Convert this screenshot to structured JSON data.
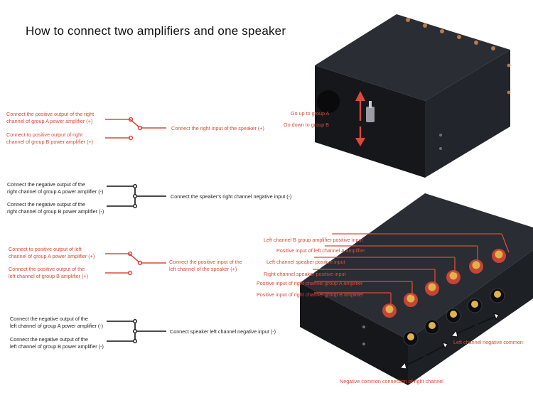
{
  "title": "How to connect two amplifiers and one speaker",
  "diagram1": {
    "in_a": "Connect the positive output of the right\nchannel of group A power amplifier (+)",
    "in_b": "Connect to positive output of right\nchannel of group B power amplifier (+)",
    "out": "Connect the right input of the speaker (+)"
  },
  "diagram2": {
    "in_a": "Connect the negative output of the\nright channel of group A power amplifier (-)",
    "in_b": "Connect the negative output of the\nright channel of group B power amplifier (-)",
    "out": "Connect the speaker's right channel negative input (-)"
  },
  "diagram3": {
    "in_a": "Connect to positive output of left\nchannel of group A power amplifier (+)",
    "in_b": "Connect the positive output of the\nleft channel of group B amplifier (+)",
    "out": "Connect the positive input of the\nleft channel of the speaker (+)"
  },
  "diagram4": {
    "in_a": "Connect the negative output of the\nleft channel of group A power amplifier (-)",
    "in_b": "Connect the negative output of the\nleft channel of group B power amplifier (-)",
    "out": "Connect speaker left channel negative input (-)"
  },
  "switch_labels": {
    "up": "Go up to group A",
    "down": "Go down to group B"
  },
  "terminal_labels": [
    "Left channel B group amplifier positive input",
    "Positive input of left channel A amplifier",
    "Left channel speaker positive input",
    "Right channel speaker positive input",
    "Positive input of right channel group A amplifier",
    "Positive input of right channel group B amplifier"
  ],
  "common_labels": {
    "left": "Left channel negative common",
    "right": "Negative common connection of right channel"
  },
  "colors": {
    "accent": "#d94b3b",
    "line": "#111111",
    "box": "#1b1d21"
  }
}
